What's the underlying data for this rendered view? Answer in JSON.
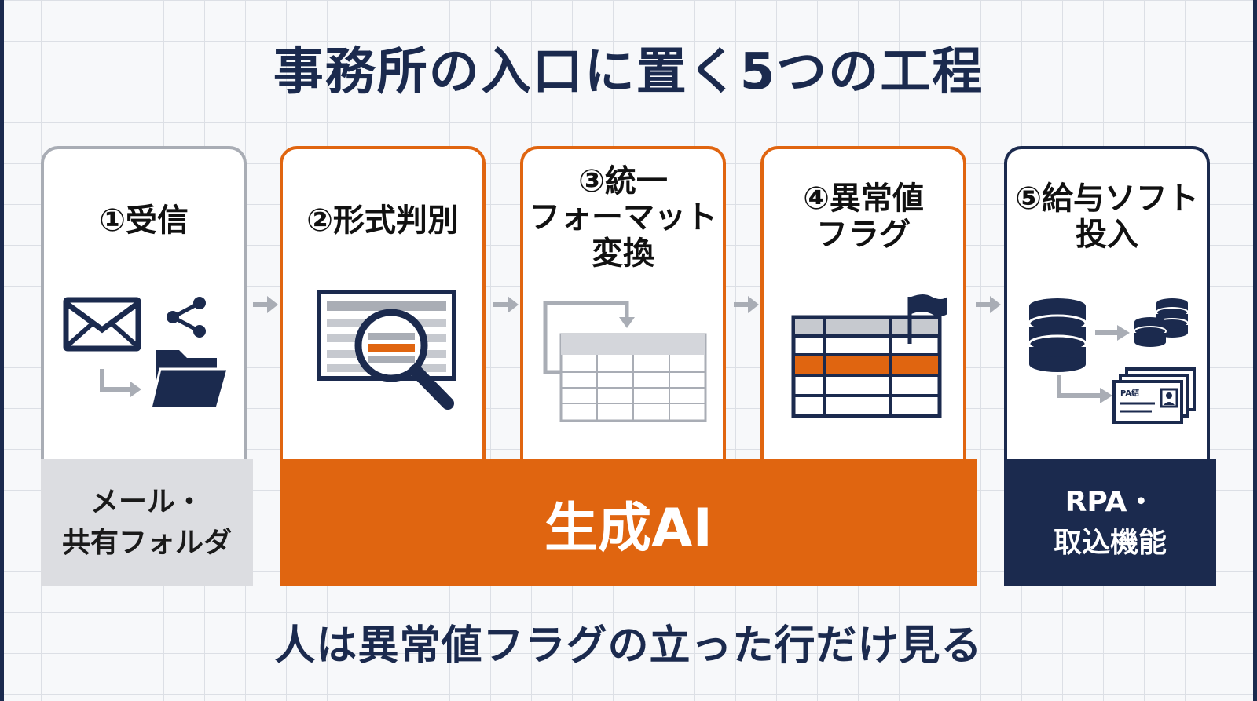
{
  "title": "事務所の入口に置く5つの工程",
  "footer": "人は異常値フラグの立った行だけ見る",
  "steps": [
    {
      "label": "①受信",
      "icon": "mail-share-folder-icon"
    },
    {
      "label": "②形式判別",
      "icon": "table-magnifier-icon"
    },
    {
      "label": "③統一\nフォーマット\n変換",
      "icon": "table-convert-icon"
    },
    {
      "label": "④異常値\nフラグ",
      "icon": "table-flag-icon"
    },
    {
      "label": "⑤給与ソフト\n投入",
      "icon": "database-transfer-icon"
    }
  ],
  "bands": {
    "receive": "メール・\n共有フォルダ",
    "ai": "生成AI",
    "rpa": "RPA・\n取込機能"
  },
  "icon_text": {
    "card_tag": "PA結"
  },
  "colors": {
    "navy": "#1b2a4e",
    "orange": "#e06510",
    "gray": "#a9adb5",
    "band_gray": "#dcdde1"
  }
}
